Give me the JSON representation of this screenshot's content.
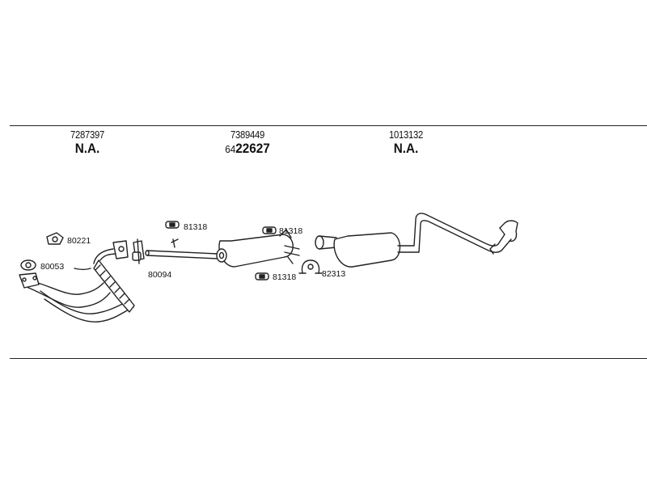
{
  "parts": [
    {
      "number": "7287397",
      "status": "N.A."
    },
    {
      "number": "7389449",
      "code_prefix": "64",
      "code_main": "22627"
    },
    {
      "number": "1013132",
      "status": "N.A."
    }
  ],
  "accessories": {
    "gasket_a": "80221",
    "gasket_b": "80053",
    "clamp_front": "80094",
    "hanger_1": "81318",
    "hanger_2": "81318",
    "hanger_3": "81318",
    "clamp_rear": "82313"
  },
  "colors": {
    "line": "#222222",
    "fill": "#ffffff"
  }
}
